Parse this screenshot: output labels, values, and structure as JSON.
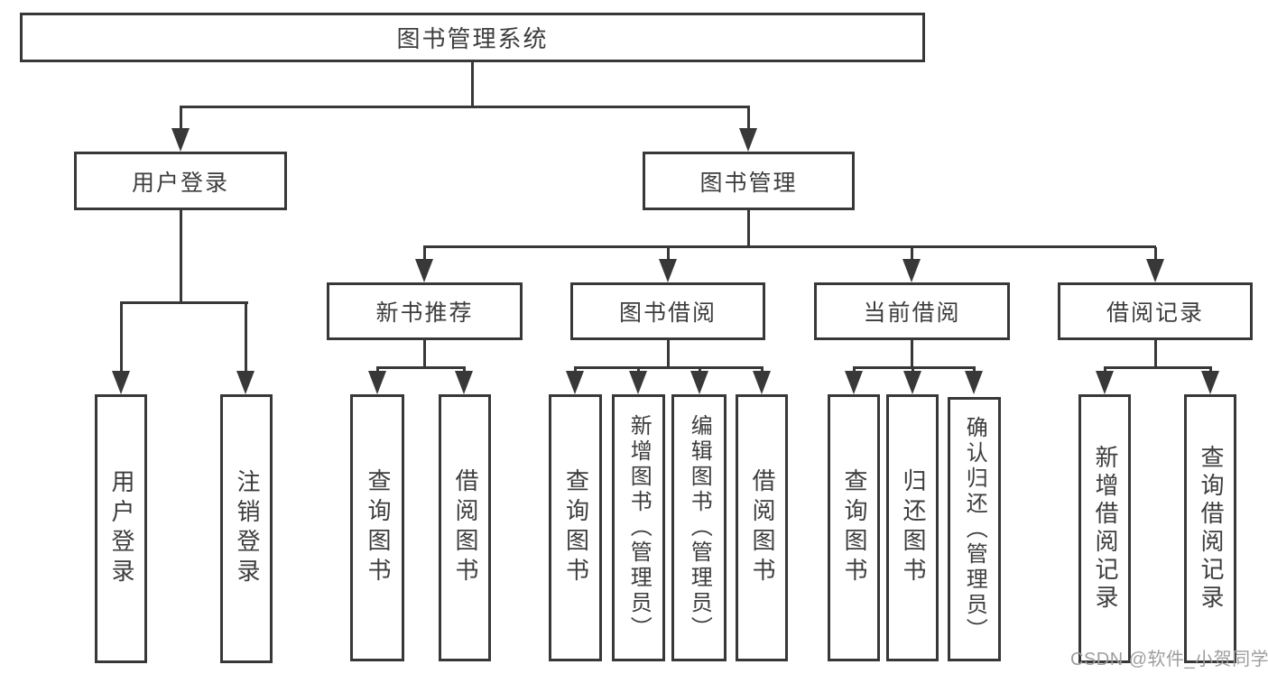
{
  "diagram": {
    "title": "图书管理系统",
    "nodes": {
      "root": "图书管理系统",
      "user_login": "用户登录",
      "book_mgmt": "图书管理",
      "new_book_rec": "新书推荐",
      "book_borrow": "图书借阅",
      "current_borrow": "当前借阅",
      "borrow_records": "借阅记录",
      "ul_user_login": "用户登录",
      "ul_logout": "注销登录",
      "nbr_query_books": "查询图书",
      "nbr_borrow_books": "借阅图书",
      "bb_query_books": "查询图书",
      "bb_add_books": "新增图书（管理员）",
      "bb_edit_books": "编辑图书（管理员）",
      "bb_borrow_books": "借阅图书",
      "cb_query_books": "查询图书",
      "cb_return_books": "归还图书",
      "cb_confirm_return": "确认归还（管理员）",
      "br_add_record": "新增借阅记录",
      "br_query_record": "查询借阅记录"
    },
    "hierarchy": {
      "图书管理系统": {
        "用户登录": [
          "用户登录",
          "注销登录"
        ],
        "图书管理": {
          "新书推荐": [
            "查询图书",
            "借阅图书"
          ],
          "图书借阅": [
            "查询图书",
            "新增图书（管理员）",
            "编辑图书（管理员）",
            "借阅图书"
          ],
          "当前借阅": [
            "查询图书",
            "归还图书",
            "确认归还（管理员）"
          ],
          "借阅记录": [
            "新增借阅记录",
            "查询借阅记录"
          ]
        }
      }
    },
    "colors": {
      "line": "#383838",
      "text": "#3d3d3d",
      "background": "#ffffff",
      "watermark": "#9e9e9e"
    },
    "watermark": "CSDN @软件_小贺同学"
  }
}
